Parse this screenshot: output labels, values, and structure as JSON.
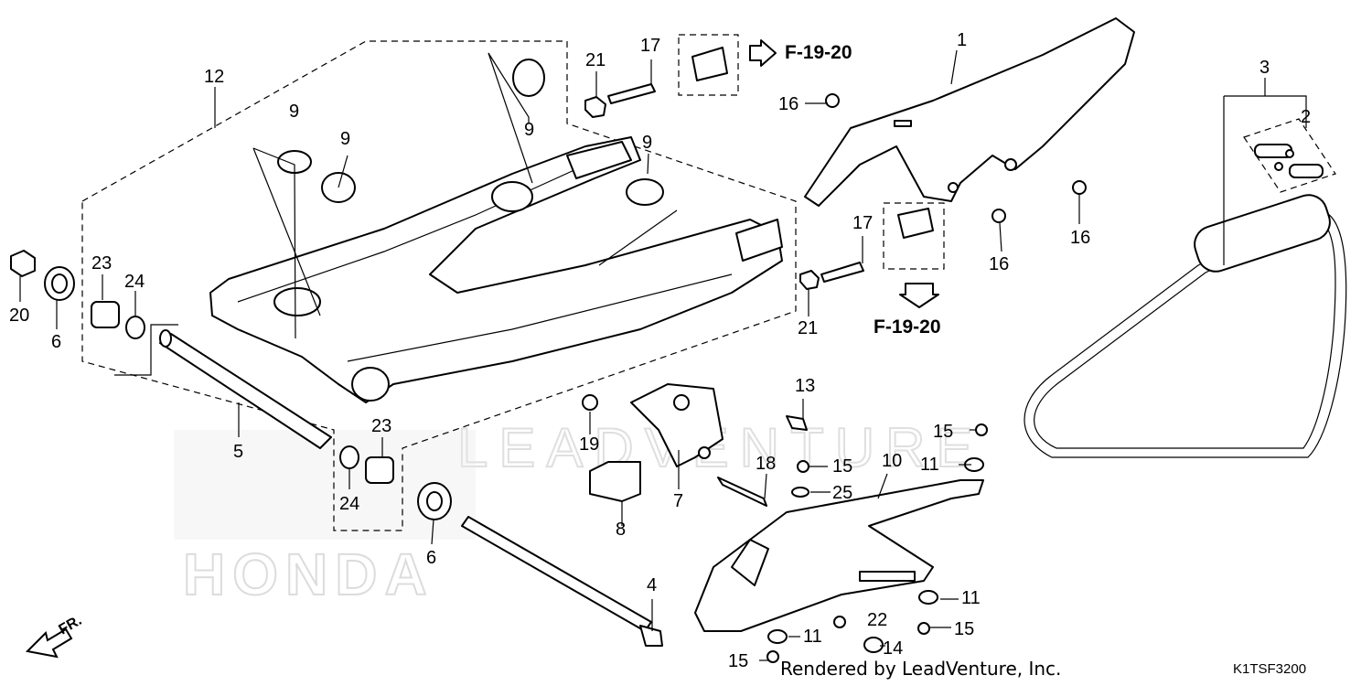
{
  "diagram": {
    "callouts": [
      {
        "id": "c1",
        "label": "1"
      },
      {
        "id": "c2",
        "label": "2"
      },
      {
        "id": "c3",
        "label": "3"
      },
      {
        "id": "c4",
        "label": "4"
      },
      {
        "id": "c5",
        "label": "5"
      },
      {
        "id": "c6a",
        "label": "6"
      },
      {
        "id": "c6b",
        "label": "6"
      },
      {
        "id": "c7",
        "label": "7"
      },
      {
        "id": "c8",
        "label": "8"
      },
      {
        "id": "c9a",
        "label": "9"
      },
      {
        "id": "c9b",
        "label": "9"
      },
      {
        "id": "c9c",
        "label": "9"
      },
      {
        "id": "c9d",
        "label": "9"
      },
      {
        "id": "c10",
        "label": "10"
      },
      {
        "id": "c11a",
        "label": "11"
      },
      {
        "id": "c11b",
        "label": "11"
      },
      {
        "id": "c11c",
        "label": "11"
      },
      {
        "id": "c12",
        "label": "12"
      },
      {
        "id": "c13",
        "label": "13"
      },
      {
        "id": "c14",
        "label": "14"
      },
      {
        "id": "c15a",
        "label": "15"
      },
      {
        "id": "c15b",
        "label": "15"
      },
      {
        "id": "c15c",
        "label": "15"
      },
      {
        "id": "c15d",
        "label": "15"
      },
      {
        "id": "c16a",
        "label": "16"
      },
      {
        "id": "c16b",
        "label": "16"
      },
      {
        "id": "c16c",
        "label": "16"
      },
      {
        "id": "c17a",
        "label": "17"
      },
      {
        "id": "c17b",
        "label": "17"
      },
      {
        "id": "c18",
        "label": "18"
      },
      {
        "id": "c19",
        "label": "19"
      },
      {
        "id": "c20",
        "label": "20"
      },
      {
        "id": "c21a",
        "label": "21"
      },
      {
        "id": "c21b",
        "label": "21"
      },
      {
        "id": "c22",
        "label": "22"
      },
      {
        "id": "c23a",
        "label": "23"
      },
      {
        "id": "c23b",
        "label": "23"
      },
      {
        "id": "c24a",
        "label": "24"
      },
      {
        "id": "c24b",
        "label": "24"
      },
      {
        "id": "c25",
        "label": "25"
      }
    ],
    "references": {
      "top": "F-19-20",
      "middle": "F-19-20"
    },
    "direction_label": "FR.",
    "credit": "Rendered by LeadVenture, Inc.",
    "diagram_code": "K1TSF3200"
  }
}
